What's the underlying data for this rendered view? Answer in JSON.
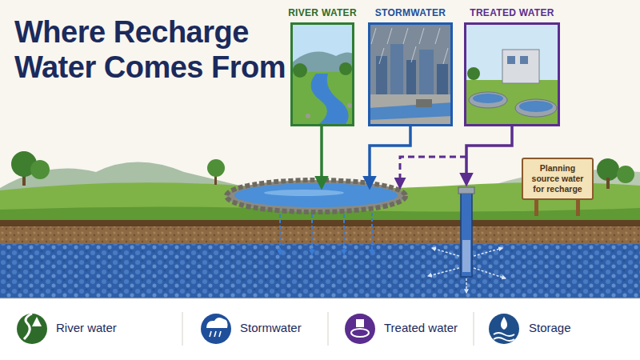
{
  "diagram": {
    "title": "Where Recharge Water Comes From",
    "nodes": [
      {
        "text": [
          "RIVER WATER"
        ]
      },
      {
        "text": [
          "STORMWATER"
        ]
      },
      {
        "text": [
          "TREATED WATER"
        ]
      },
      {
        "text": [
          "Planning source water for recharge"
        ]
      }
    ],
    "legend": [
      {
        "text": "River water"
      },
      {
        "text": "Stormwater"
      },
      {
        "text": "Treated water"
      },
      {
        "text": "Storage"
      }
    ]
  }
}
